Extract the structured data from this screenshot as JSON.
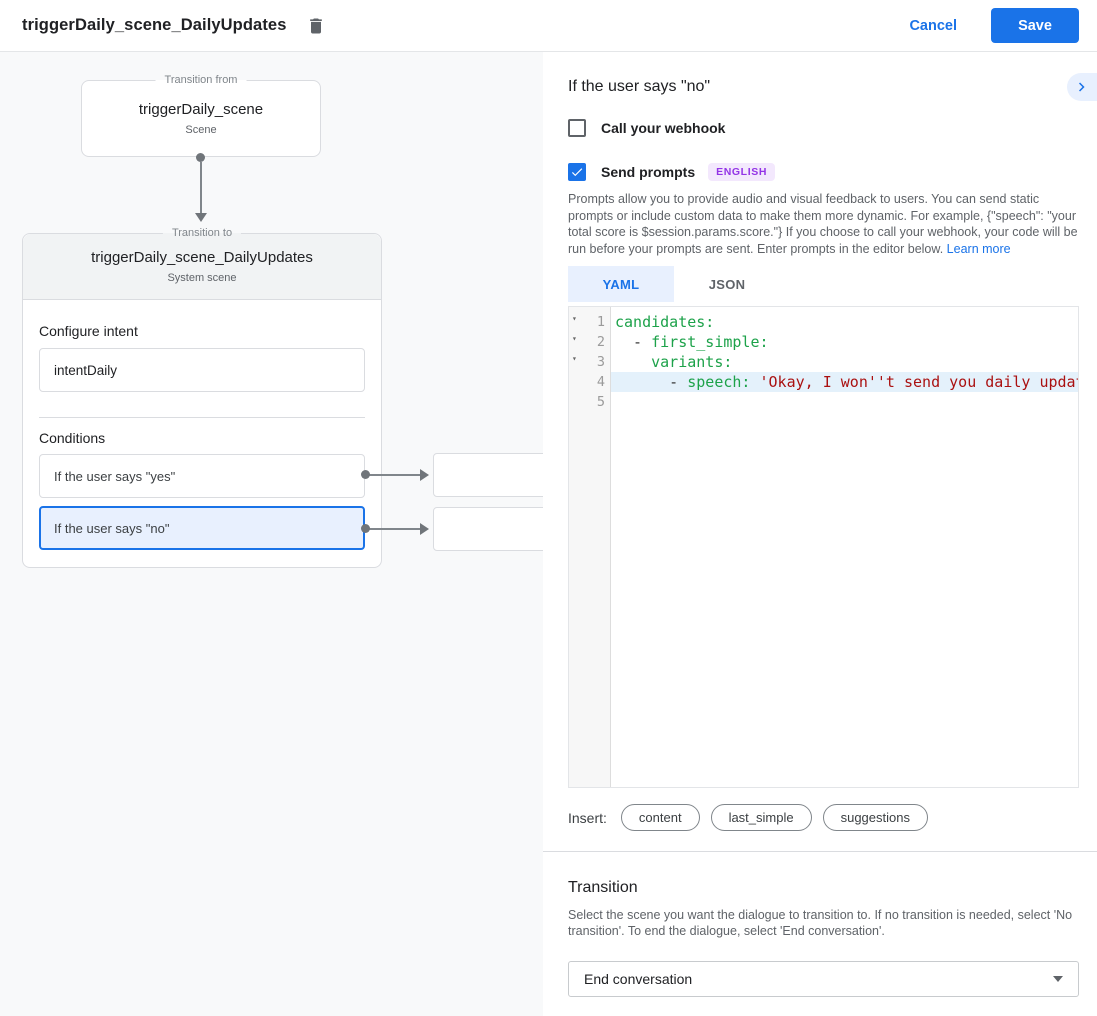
{
  "header": {
    "title": "triggerDaily_scene_DailyUpdates",
    "cancel_label": "Cancel",
    "save_label": "Save"
  },
  "diagram": {
    "from_box": {
      "legend": "Transition from",
      "title": "triggerDaily_scene",
      "subtitle": "Scene"
    },
    "to_card": {
      "legend": "Transition to",
      "title": "triggerDaily_scene_DailyUpdates",
      "subtitle": "System scene",
      "configure_intent_label": "Configure intent",
      "intent_value": "intentDaily",
      "conditions_label": "Conditions",
      "conditions": [
        {
          "label": "If the user says \"yes\"",
          "selected": false
        },
        {
          "label": "If the user says \"no\"",
          "selected": true
        }
      ]
    }
  },
  "panel": {
    "title": "If the user says \"no\"",
    "webhook": {
      "label": "Call your webhook",
      "checked": false
    },
    "prompts": {
      "label": "Send prompts",
      "checked": true,
      "badge": "ENGLISH"
    },
    "description": "Prompts allow you to provide audio and visual feedback to users. You can send static prompts or include custom data to make them more dynamic. For example, {\"speech\": \"your total score is $session.params.score.\"} If you choose to call your webhook, your code will be run before your prompts are sent. Enter prompts in the editor below. ",
    "learn_more_label": "Learn more",
    "tabs": [
      {
        "label": "YAML",
        "active": true
      },
      {
        "label": "JSON",
        "active": false
      }
    ],
    "editor_lines": [
      {
        "num": 1,
        "fold": true,
        "highlight": false,
        "tokens": [
          {
            "t": "candidates:",
            "c": "key"
          }
        ]
      },
      {
        "num": 2,
        "fold": true,
        "highlight": false,
        "tokens": [
          {
            "t": "  - ",
            "c": "plain"
          },
          {
            "t": "first_simple:",
            "c": "key"
          }
        ]
      },
      {
        "num": 3,
        "fold": true,
        "highlight": false,
        "tokens": [
          {
            "t": "    ",
            "c": "plain"
          },
          {
            "t": "variants:",
            "c": "key"
          }
        ]
      },
      {
        "num": 4,
        "fold": false,
        "highlight": true,
        "tokens": [
          {
            "t": "      - ",
            "c": "plain"
          },
          {
            "t": "speech:",
            "c": "key"
          },
          {
            "t": " ",
            "c": "plain"
          },
          {
            "t": "'Okay, I won''t send you daily updates'",
            "c": "string"
          }
        ]
      },
      {
        "num": 5,
        "fold": false,
        "highlight": false,
        "tokens": []
      }
    ],
    "insert": {
      "label": "Insert:",
      "buttons": [
        "content",
        "last_simple",
        "suggestions"
      ]
    },
    "transition": {
      "heading": "Transition",
      "description": "Select the scene you want the dialogue to transition to. If no transition is needed, select 'No transition'. To end the dialogue, select 'End conversation'.",
      "dropdown_value": "End conversation"
    }
  },
  "colors": {
    "accent_blue": "#1a73e8",
    "selected_condition_bg": "#e8f0fe",
    "badge_purple": "#9334e6",
    "badge_bg": "#f3e8fd",
    "code_key_green": "#1da24a",
    "code_string_red": "#aa1111",
    "code_highlight_line_bg": "#e4f1fb"
  }
}
